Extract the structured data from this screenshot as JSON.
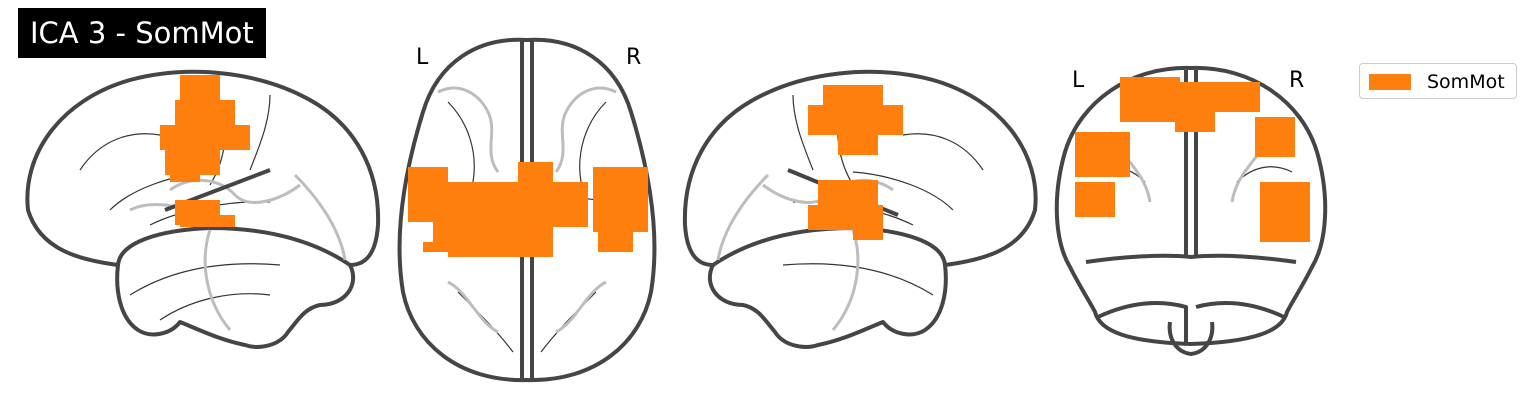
{
  "title": "ICA 3 - SomMot",
  "views": {
    "axial": {
      "left_letter": "L",
      "right_letter": "R"
    },
    "coronal": {
      "left_letter": "L",
      "right_letter": "R"
    }
  },
  "legend": {
    "label": "SomMot",
    "color": "#ff7f0e"
  },
  "colors": {
    "activation": "#ff7f0e",
    "title_background": "#000000",
    "title_text": "#ffffff",
    "brain_outline": "#454545"
  }
}
